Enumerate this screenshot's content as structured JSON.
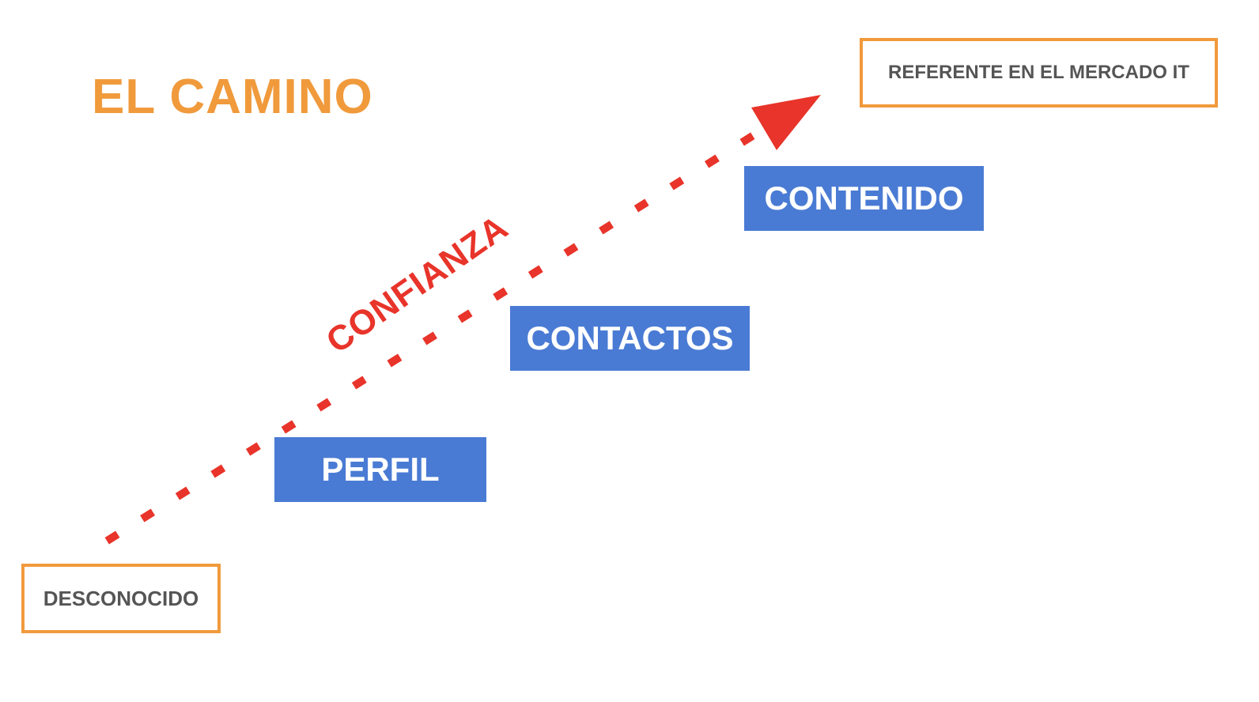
{
  "diagram": {
    "title": "EL CAMINO",
    "start_label": "DESCONOCIDO",
    "goal_label": "REFERENTE EN EL MERCADO IT",
    "path_label": "CONFIANZA",
    "steps": [
      {
        "label": "PERFIL"
      },
      {
        "label": "CONTACTOS"
      },
      {
        "label": "CONTENIDO"
      }
    ],
    "colors": {
      "title": "#f09a3c",
      "endpoint_border": "#f09a3c",
      "endpoint_text": "#555555",
      "step_fill": "#4a7bd4",
      "step_text": "#ffffff",
      "path": "#e8342a"
    }
  }
}
